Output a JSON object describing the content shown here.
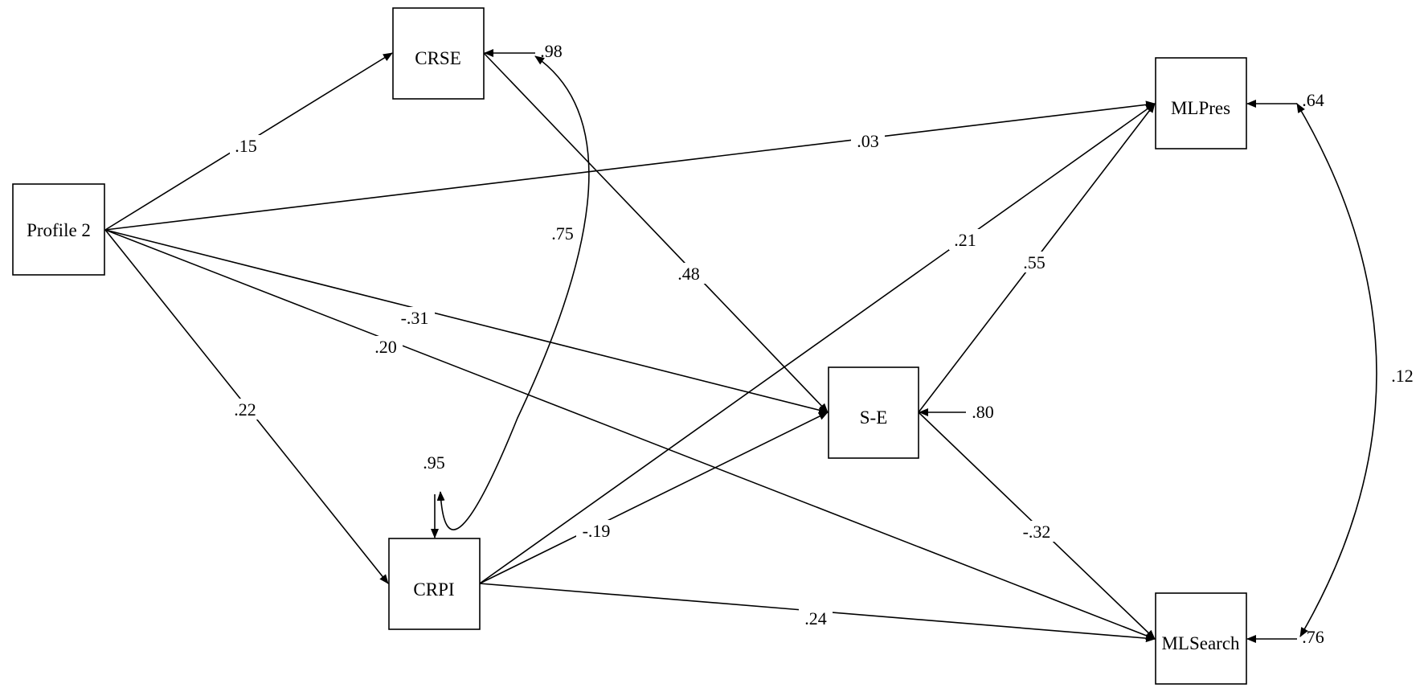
{
  "diagram": {
    "nodes": {
      "profile2": "Profile 2",
      "crse": "CRSE",
      "crpi": "CRPI",
      "se": "S-E",
      "mlpres": "MLPres",
      "mlsearch": "MLSearch"
    },
    "paths": {
      "profile2_crse": ".15",
      "profile2_mlpres": ".03",
      "profile2_se": "-.31",
      "profile2_mlsearch": ".20",
      "profile2_crpi": ".22",
      "crse_se": ".48",
      "crpi_mlpres": ".21",
      "crpi_se": "-.19",
      "crpi_mlsearch": ".24",
      "se_mlpres": ".55",
      "se_mlsearch": "-.32"
    },
    "covariances": {
      "crse_crpi": ".75",
      "mlpres_mlsearch": ".12"
    },
    "residuals": {
      "crse": ".98",
      "crpi": ".95",
      "se": ".80",
      "mlpres": ".64",
      "mlsearch": ".76"
    }
  }
}
